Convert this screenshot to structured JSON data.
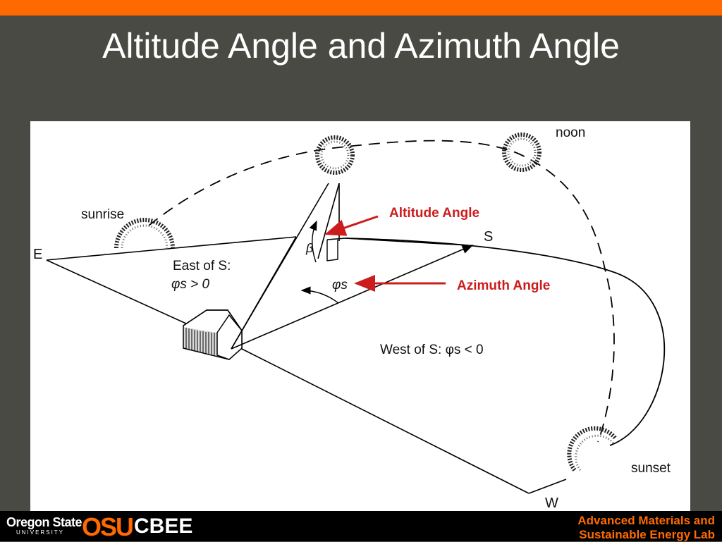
{
  "slide": {
    "title": "Altitude Angle and Azimuth Angle"
  },
  "diagram": {
    "labels": {
      "sunrise": "sunrise",
      "noon": "noon",
      "sunset": "sunset",
      "east": "E",
      "south": "S",
      "west": "W",
      "beta": "β",
      "east_of_s": "East of S:",
      "east_cond": "φs > 0",
      "west_of_s": "West of S: φs < 0",
      "phi_s": "φs"
    },
    "callouts": {
      "altitude": "Altitude Angle",
      "azimuth": "Azimuth Angle"
    },
    "colors": {
      "callout": "#cc1c1c"
    }
  },
  "footer": {
    "university": "Oregon State",
    "university_sub": "UNIVERSITY",
    "logo": "OSU",
    "dept": "CBEE",
    "lab_line1": "Advanced Materials and",
    "lab_line2": "Sustainable Energy Lab"
  },
  "colors": {
    "accent": "#ff6a00",
    "background": "#4a4a44"
  }
}
